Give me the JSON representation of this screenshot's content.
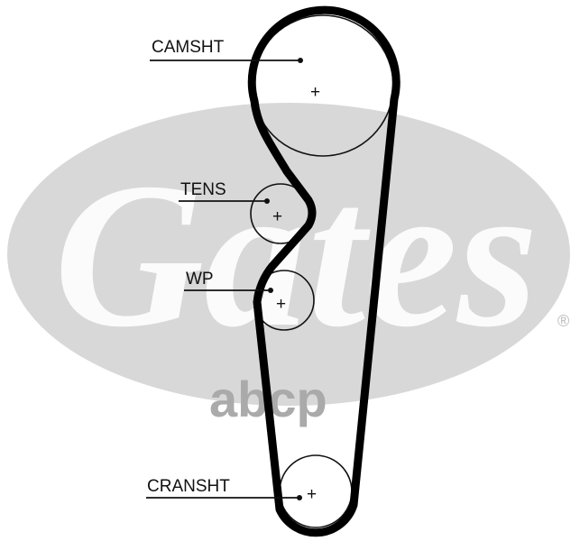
{
  "logo": {
    "text": "Gates",
    "registered": "®",
    "color": "#d8d8d8"
  },
  "watermark": "abcp",
  "labels": {
    "camshaft": "CAMSHT",
    "tensioner": "TENS",
    "water_pump": "WP",
    "crankshaft": "CRANSHT"
  },
  "center_mark": "+"
}
